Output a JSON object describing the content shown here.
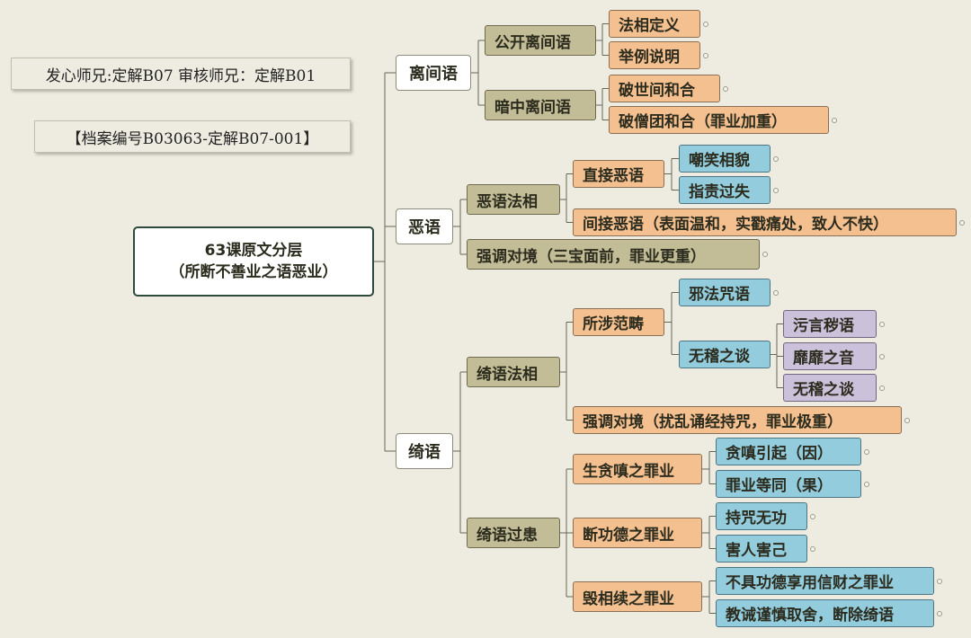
{
  "info": {
    "authors": "发心师兄:定解B07 审核师兄：定解B01",
    "archive": "【档案编号B03063-定解B07-001】"
  },
  "center": {
    "line1": "63课原文分层",
    "line2": "（所断不善业之语恶业）"
  },
  "branches": {
    "liyu": {
      "label": "离间语",
      "public": {
        "label": "公开离间语",
        "c1": "法相定义",
        "c2": "举例说明"
      },
      "hidden": {
        "label": "暗中离间语",
        "c1": "破世间和合",
        "c2": "破僧团和合（罪业加重）"
      }
    },
    "eyu": {
      "label": "恶语",
      "faxiang": {
        "label": "恶语法相",
        "direct": {
          "label": "直接恶语",
          "c1": "嘲笑相貌",
          "c2": "指责过失"
        },
        "indirect": "间接恶语（表面温和，实戳痛处，致人不快）"
      },
      "emphasis": "强调对境（三宝面前，罪业更重）"
    },
    "qiyu": {
      "label": "绮语",
      "faxiang": {
        "label": "绮语法相",
        "scope": {
          "label": "所涉范畴",
          "c1": "邪法咒语",
          "meaningless": {
            "label": "无稽之谈",
            "c1": "污言秽语",
            "c2": "靡靡之音",
            "c3": "无稽之谈"
          }
        },
        "emphasis": "强调对境（扰乱诵经持咒，罪业极重）"
      },
      "faults": {
        "label": "绮语过患",
        "f1": {
          "label": "生贪嗔之罪业",
          "c1": "贪嗔引起（因）",
          "c2": "罪业等同（果）"
        },
        "f2": {
          "label": "断功德之罪业",
          "c1": "持咒无功",
          "c2": "害人害己"
        },
        "f3": {
          "label": "毁相续之罪业",
          "c1": "不具功德享用信财之罪业",
          "c2": "教诫谨慎取舍，断除绮语"
        }
      }
    }
  },
  "colors": {
    "background": "#eeece1",
    "tan": "#c3bd97",
    "orange": "#f5c08f",
    "blue": "#93cddd",
    "purple": "#ccc1da",
    "connector": "#666655"
  }
}
